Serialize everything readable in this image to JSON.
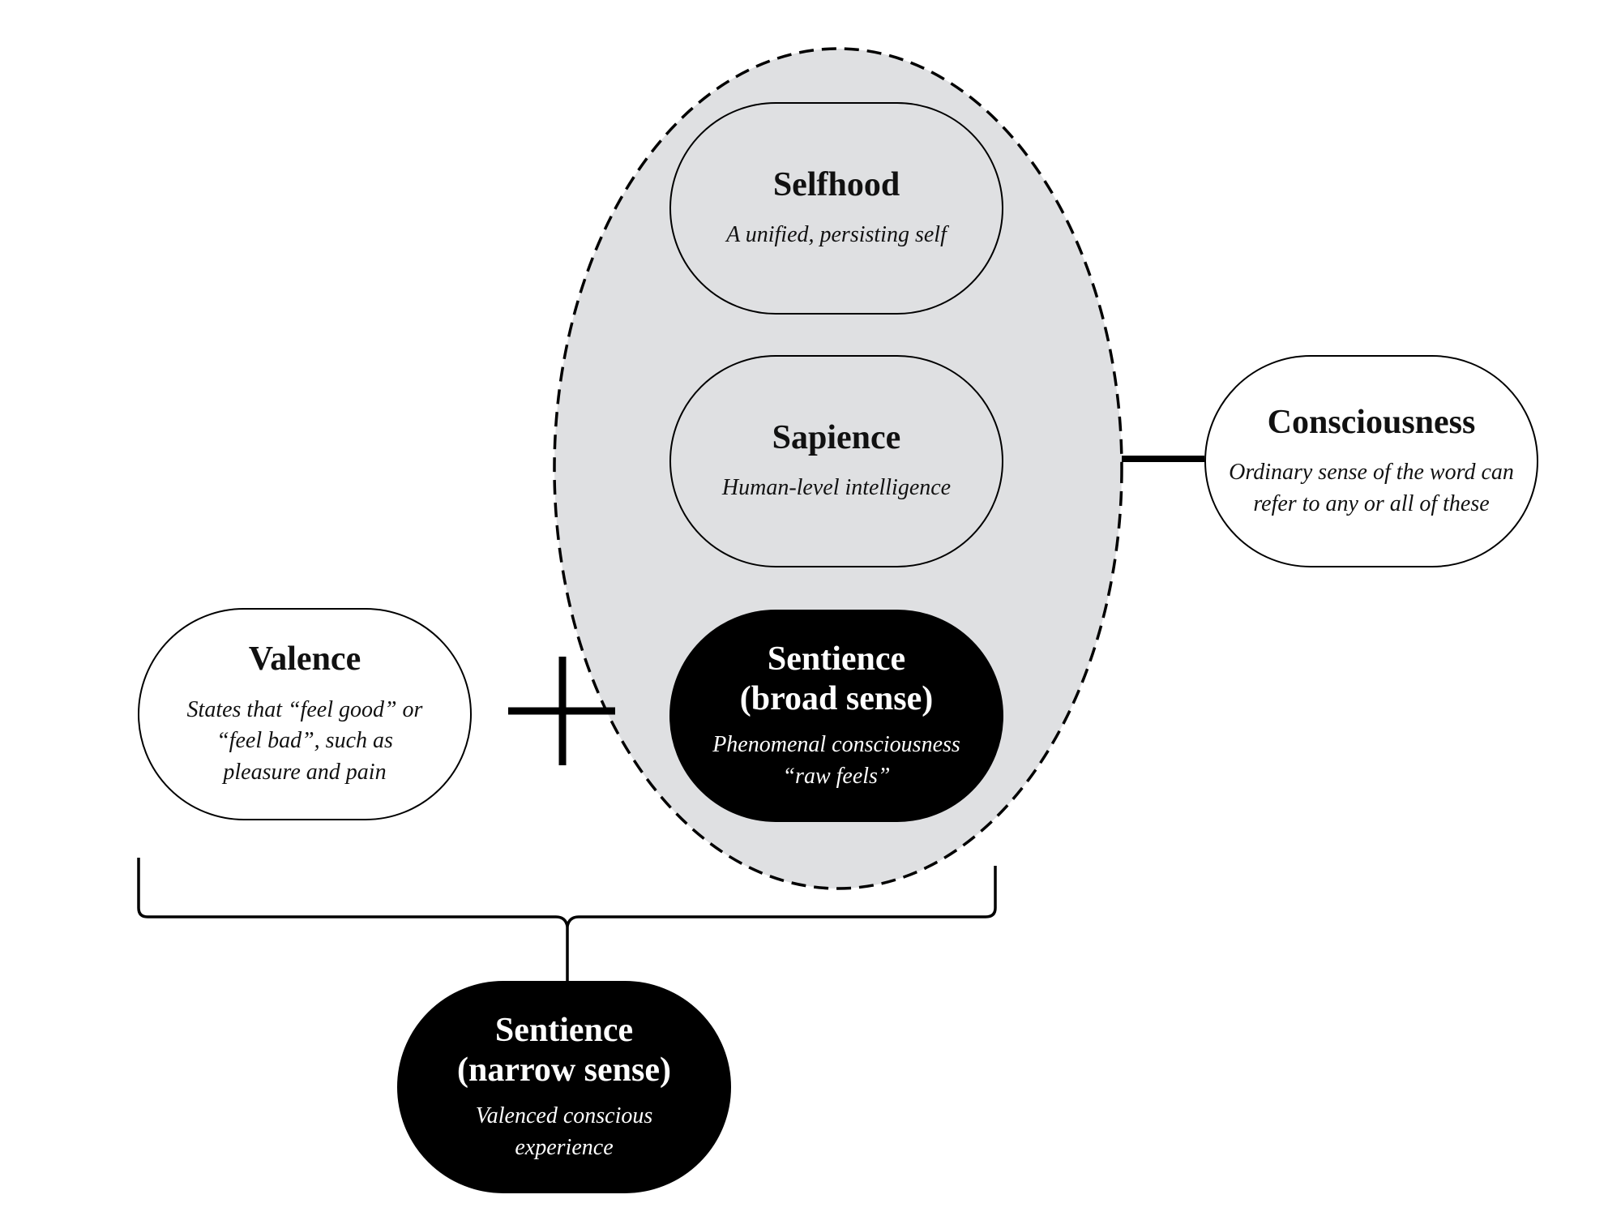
{
  "nodes": {
    "selfhood": {
      "title": "Selfhood",
      "description": "A unified, persisting self"
    },
    "sapience": {
      "title": "Sapience",
      "description": "Human-level intelligence"
    },
    "sentience_broad": {
      "title": "Sentience\n(broad sense)",
      "description": "Phenomenal consciousness\n“raw feels”"
    },
    "valence": {
      "title": "Valence",
      "description": "States that “feel good” or\n“feel bad”, such as\npleasure and pain"
    },
    "consciousness": {
      "title": "Consciousness",
      "description": "Ordinary sense of the word can\nrefer to any or all of these"
    },
    "sentience_narrow": {
      "title": "Sentience\n(narrow sense)",
      "description": "Valenced conscious\nexperience"
    }
  },
  "colors": {
    "ellipse_fill": "#dfe0e2",
    "stroke": "#000000",
    "dark_node_fill": "#000000",
    "dark_node_text": "#ffffff"
  }
}
